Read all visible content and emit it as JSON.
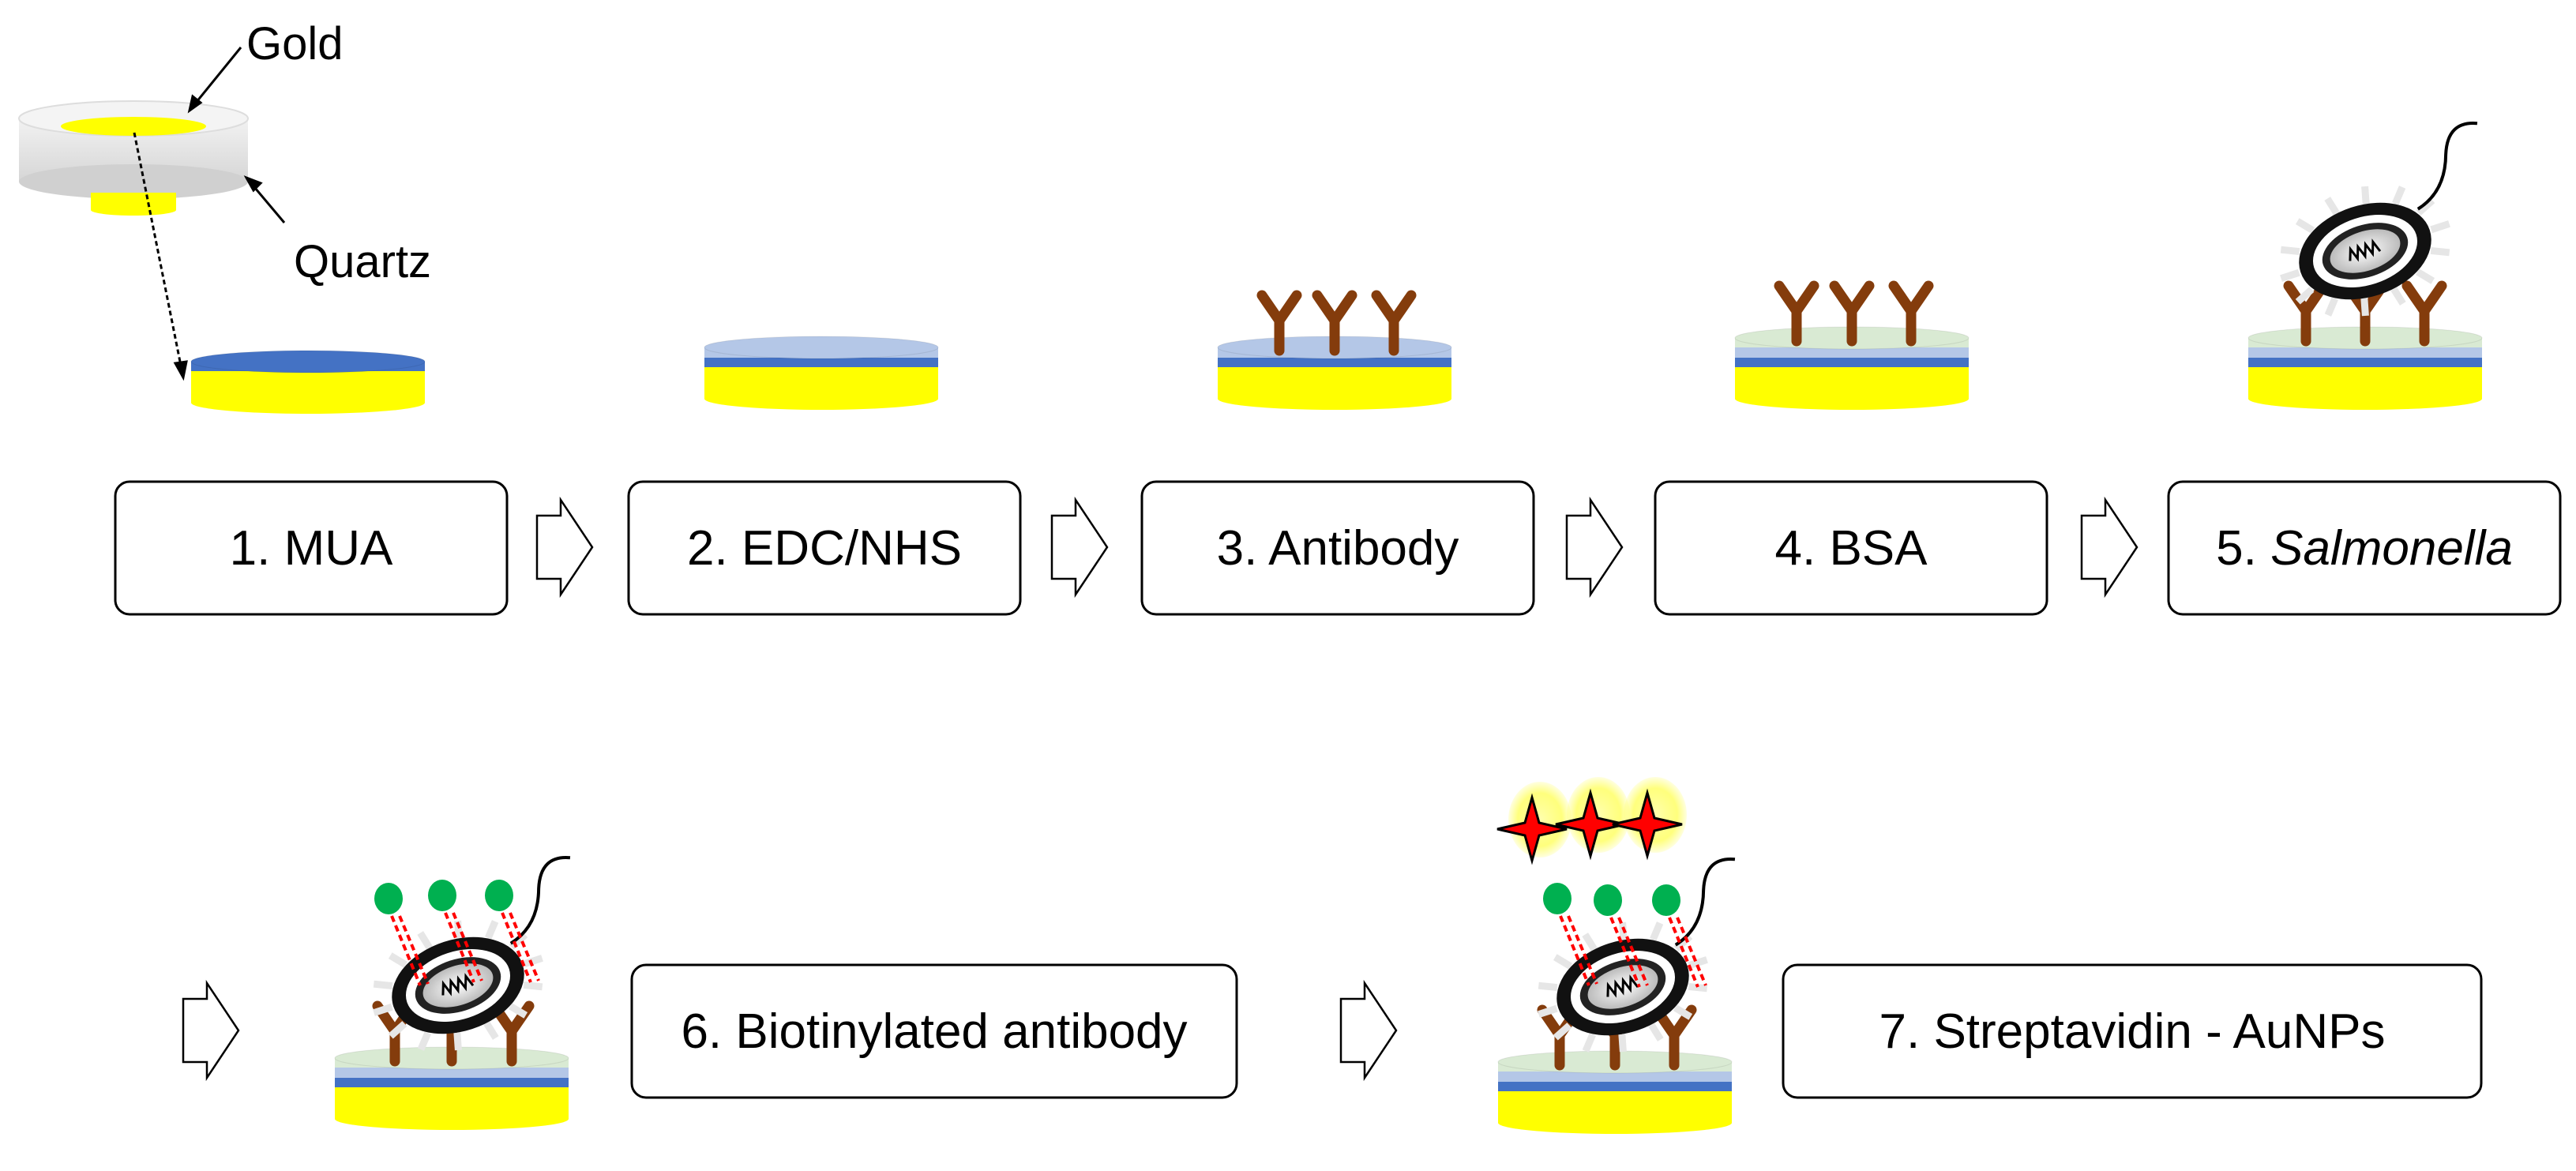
{
  "labels": {
    "gold": "Gold",
    "quartz": "Quartz"
  },
  "steps": [
    {
      "num": "1.",
      "text": "MUA",
      "italic": false
    },
    {
      "num": "2.",
      "text": "EDC/NHS",
      "italic": false
    },
    {
      "num": "3.",
      "text": "Antibody",
      "italic": false
    },
    {
      "num": "4.",
      "text": "BSA",
      "italic": false
    },
    {
      "num": "5.",
      "text": "Salmonella",
      "italic": true
    },
    {
      "num": "6.",
      "text": "Biotinylated antibody",
      "italic": false
    },
    {
      "num": "7.",
      "text": "Streptavidin - AuNPs",
      "italic": false
    }
  ],
  "colors": {
    "gold": "#ffff00",
    "gold_edge": "#e6e600",
    "mua": "#4472c4",
    "edc": "#b4c7e7",
    "bsa": "#d9ead3",
    "antibody": "#843c0c",
    "quartz": "#e8e8e8",
    "biotin": "#00b050",
    "link": "#ff0000",
    "aunp_glow": "#ffff99"
  }
}
